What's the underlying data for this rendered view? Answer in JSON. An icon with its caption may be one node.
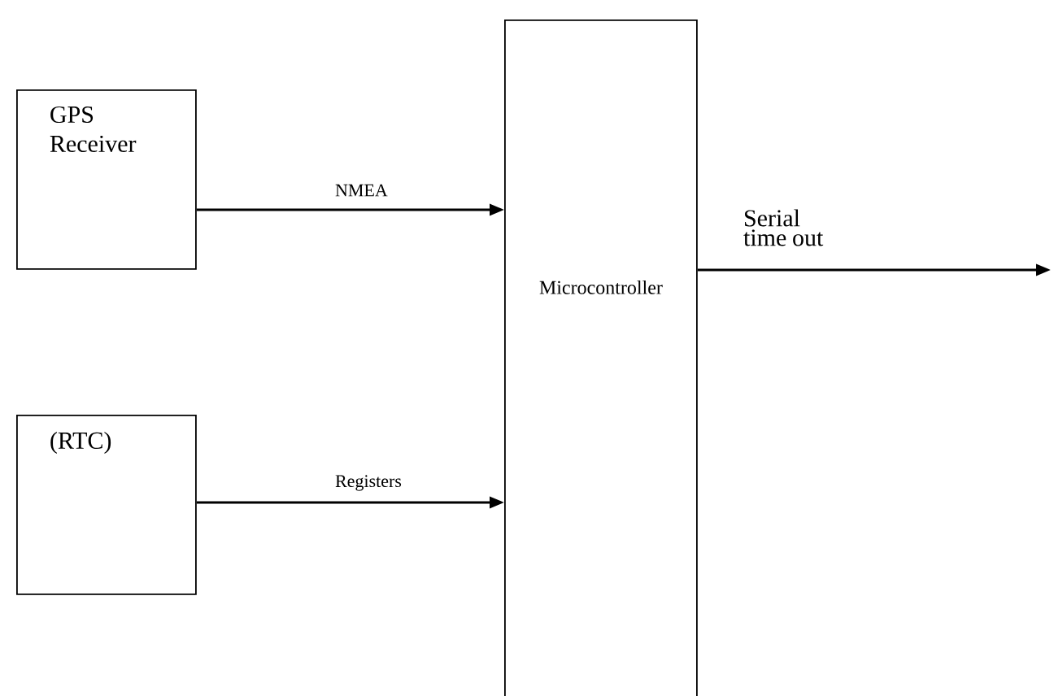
{
  "diagram": {
    "nodes": [
      {
        "text": [
          "GPS Receiver"
        ]
      },
      {
        "text": [
          "(RTC)"
        ]
      },
      {
        "text": [
          "Microcontroller"
        ]
      }
    ],
    "edges": [
      {
        "from": 0,
        "to": 2,
        "arrow": "to",
        "label": "NMEA"
      },
      {
        "from": 1,
        "to": 2,
        "arrow": "to",
        "label": "Registers"
      },
      {
        "from": 2,
        "to": null,
        "arrow": "to",
        "label": "Serial time out"
      }
    ]
  }
}
